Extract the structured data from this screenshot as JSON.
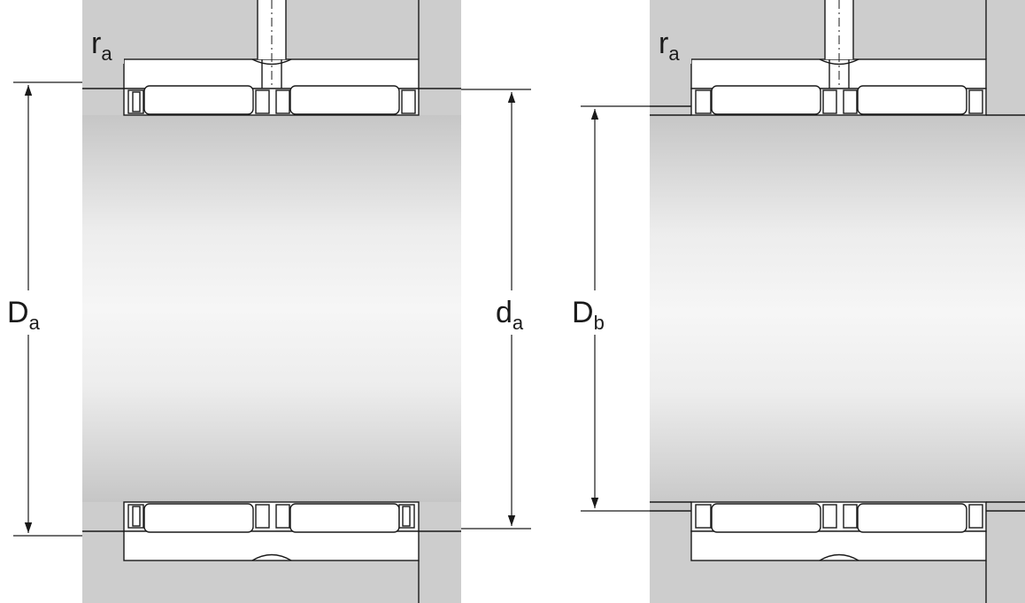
{
  "left_view": {
    "fillet_label": {
      "main": "r",
      "sub": "a"
    },
    "housing_diameter_label": {
      "main": "D",
      "sub": "a"
    },
    "shaft_diameter_label": {
      "main": "d",
      "sub": "a"
    }
  },
  "right_view": {
    "fillet_label": {
      "main": "r",
      "sub": "a"
    },
    "housing_bore_label": {
      "main": "D",
      "sub": "b"
    }
  },
  "colors": {
    "housing": "#cdcdcd",
    "outline": "#1a1a1a",
    "white": "#ffffff",
    "shaft_gradient": [
      "#c8c8c8",
      "#f2f2f2",
      "#c8c8c8"
    ]
  }
}
